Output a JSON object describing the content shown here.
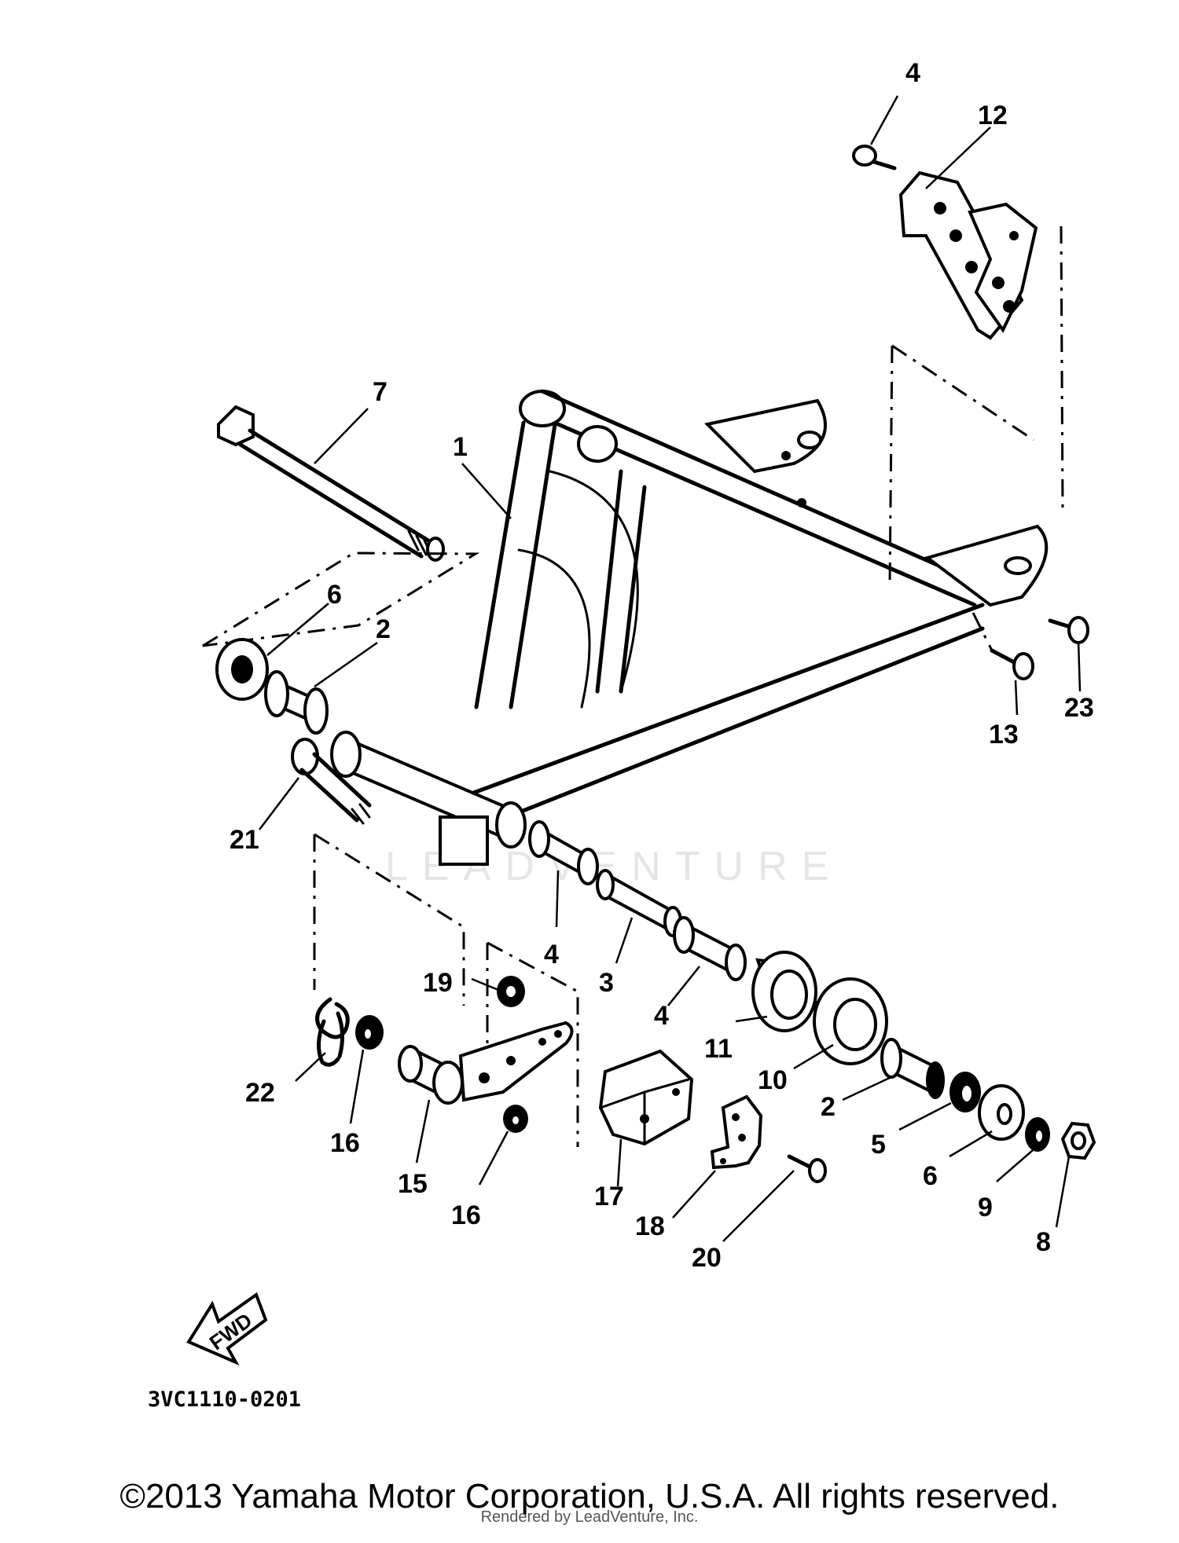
{
  "diagram": {
    "callouts": [
      "1",
      "2",
      "2",
      "3",
      "4",
      "4",
      "4",
      "5",
      "6",
      "6",
      "7",
      "8",
      "9",
      "10",
      "11",
      "12",
      "13",
      "15",
      "16",
      "16",
      "17",
      "18",
      "19",
      "20",
      "21",
      "22",
      "23"
    ],
    "drawing_code": "3VC1110-0201",
    "direction_arrow": "FWD",
    "watermark": "LEADVENTURE"
  },
  "footer": {
    "copyright": "©2013 Yamaha Motor Corporation, U.S.A. All rights reserved.",
    "rendered_by": "Rendered by LeadVenture, Inc."
  }
}
